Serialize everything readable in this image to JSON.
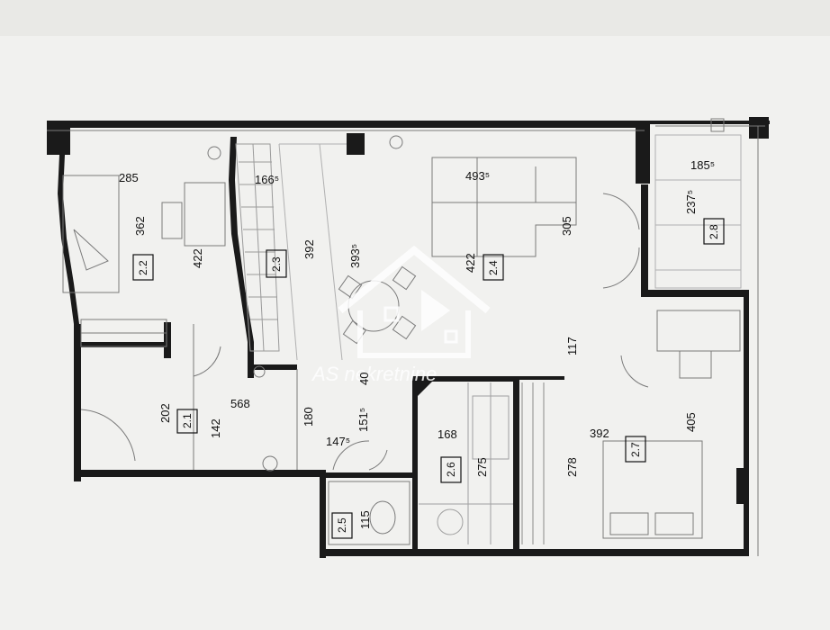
{
  "rooms": [
    {
      "id": "2.1",
      "dims": [
        "202",
        "142",
        "568"
      ]
    },
    {
      "id": "2.2",
      "dims": [
        "285",
        "362",
        "422"
      ]
    },
    {
      "id": "2.3",
      "dims": [
        "166⁵",
        "392",
        "393⁵"
      ]
    },
    {
      "id": "2.4",
      "dims": [
        "493⁵",
        "305",
        "422"
      ]
    },
    {
      "id": "2.5",
      "dims": [
        "115"
      ]
    },
    {
      "id": "2.6",
      "dims": [
        "168",
        "275"
      ]
    },
    {
      "id": "2.7",
      "dims": [
        "392",
        "405",
        "278"
      ]
    },
    {
      "id": "2.8",
      "dims": [
        "185⁵",
        "237⁵"
      ]
    }
  ],
  "extra_dims": [
    "117",
    "180",
    "151⁵",
    "147⁵",
    "40"
  ],
  "watermark": "AS nekretnine",
  "colors": {
    "wall": "#1a1a1a",
    "paper": "#f1f1ef",
    "lines": "#7a7a7a",
    "grid": "#9a9a9a"
  }
}
